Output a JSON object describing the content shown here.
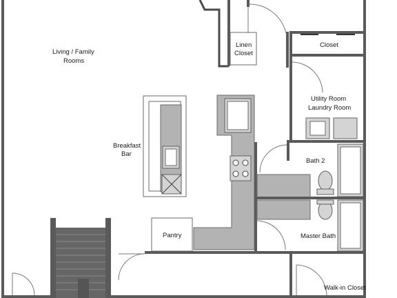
{
  "rooms": {
    "living_line1": "Living / Family",
    "living_line2": "Rooms",
    "linen_line1": "Linen",
    "linen_line2": "Closet",
    "closet": "Closet",
    "utility_line1": "Utility Room",
    "utility_line2": "Laundry Room",
    "breakfast_line1": "Breakfast",
    "breakfast_line2": "Bar",
    "bath2": "Bath 2",
    "pantry": "Pantry",
    "master_bath": "Master Bath",
    "walk_in_closet": "Walk-in Closet"
  },
  "colors": {
    "wall": "#5a5a5a",
    "counter": "#b3b3b3",
    "fixture": "#d4d4d4",
    "stairs": "#666666"
  }
}
